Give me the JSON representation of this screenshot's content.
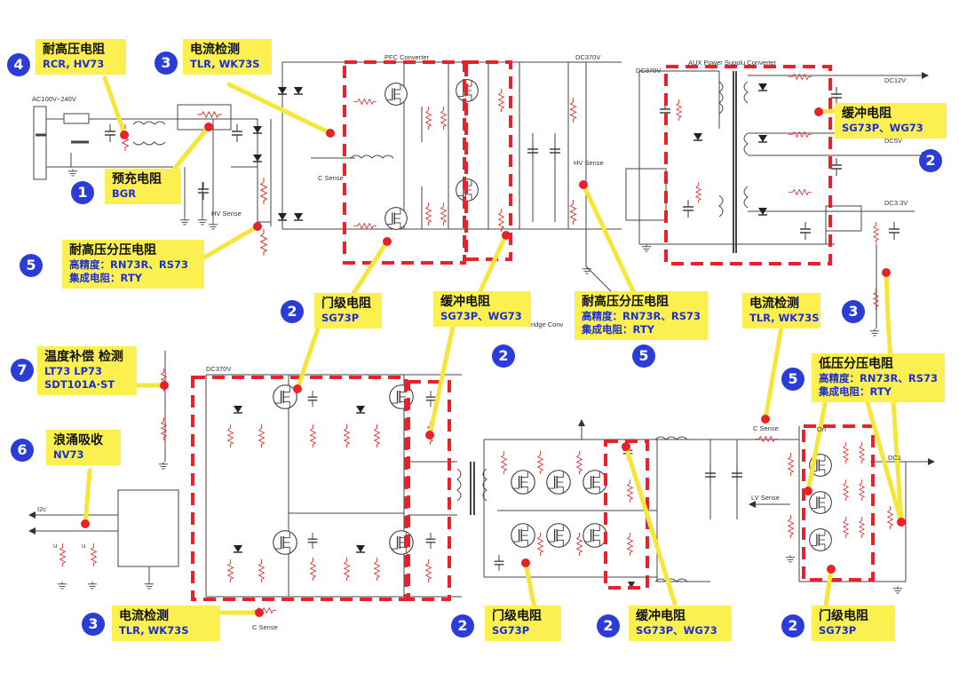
{
  "circuit_labels": {
    "ac_input": "AC100V~240V",
    "pfc": "PFC Converter",
    "dc370_top": "DC370V",
    "aux": "AUX Power Supplu Converter",
    "dc370_aux": "DC370V",
    "dc12": "DC12V",
    "dc5": "DC5V",
    "dc33": "DC3.3V",
    "c_sense_1": "C Sense",
    "hv_sense_1": "HV Sense",
    "hv_sense_2": "HV Sense",
    "bridge_conv": "ridge Conv",
    "dc370_bottom": "DC370V",
    "c_sense_bottom": "C Sense",
    "c_sense_right": "C Sense",
    "lv_sense": "LV Sense",
    "ori": "Ori",
    "dc1": "DC1",
    "i2c": "I2c",
    "u1": "u",
    "u2": "u"
  },
  "callouts": [
    {
      "id": "c1",
      "badge": "4",
      "title": "耐高压电阻",
      "parts": [
        "RCR, HV73"
      ]
    },
    {
      "id": "c2",
      "badge": "3",
      "title": "电流检测",
      "parts": [
        "TLR, WK73S"
      ]
    },
    {
      "id": "c3",
      "badge": "1",
      "title": "预充电阻",
      "parts": [
        "BGR"
      ]
    },
    {
      "id": "c4",
      "badge": "5",
      "title": "耐高压分压电阻",
      "parts": [
        "高精度：RN73R、RS73",
        "集成电阻：RTY"
      ]
    },
    {
      "id": "c5",
      "badge": "2",
      "title": "缓冲电阻",
      "parts": [
        "SG73P、WG73"
      ]
    },
    {
      "id": "c6",
      "badge": "2",
      "title": "门级电阻",
      "parts": [
        "SG73P"
      ]
    },
    {
      "id": "c7",
      "badge": "2",
      "title": "缓冲电阻",
      "parts": [
        "SG73P、WG73"
      ]
    },
    {
      "id": "c8",
      "badge": "5",
      "title": "耐高压分压电阻",
      "parts": [
        "高精度：RN73R、RS73",
        "集成电阻：RTY"
      ]
    },
    {
      "id": "c9",
      "badge": "3",
      "title": "电流检测",
      "parts": [
        "TLR, WK73S"
      ]
    },
    {
      "id": "c10",
      "badge": "5",
      "title": "低压分压电阻",
      "parts": [
        "高精度：RN73R、RS73",
        "集成电阻：RTY"
      ]
    },
    {
      "id": "c11",
      "badge": "7",
      "title": "温度补偿 检测",
      "parts": [
        "LT73   LP73",
        "SDT101A·ST"
      ]
    },
    {
      "id": "c12",
      "badge": "6",
      "title": "浪涌吸收",
      "parts": [
        "NV73"
      ]
    },
    {
      "id": "c13",
      "badge": "3",
      "title": "电流检测",
      "parts": [
        "TLR, WK73S"
      ]
    },
    {
      "id": "c14",
      "badge": "2",
      "title": "门级电阻",
      "parts": [
        "SG73P"
      ]
    },
    {
      "id": "c15",
      "badge": "2",
      "title": "缓冲电阻",
      "parts": [
        "SG73P、WG73"
      ]
    },
    {
      "id": "c16",
      "badge": "2",
      "title": "门级电阻",
      "parts": [
        "SG73P"
      ]
    }
  ],
  "colors": {
    "callout_bg": "#fbf050",
    "badge": "#2a3dd8",
    "part_text": "#1c2fd6",
    "highlight": "#e8222a",
    "wire": "#444444",
    "resistor": "#d93030"
  }
}
